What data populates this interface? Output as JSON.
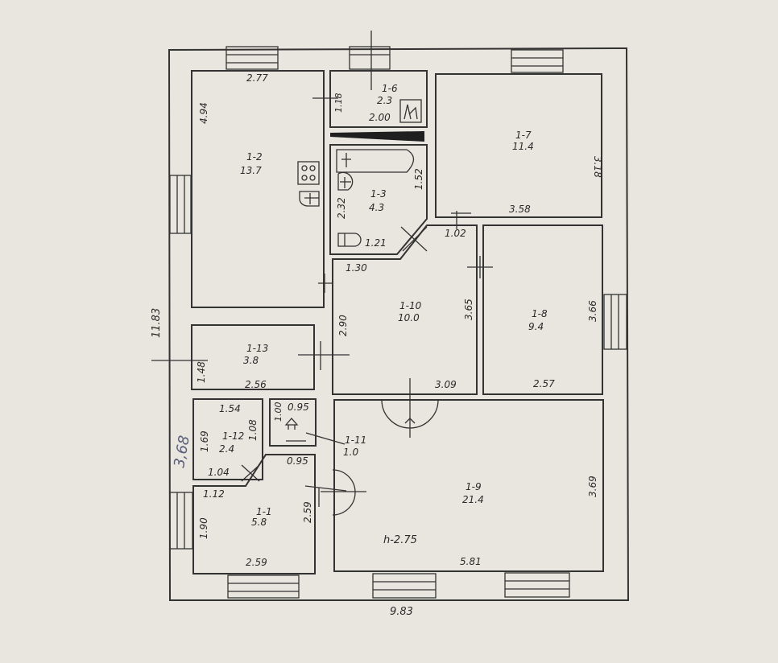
{
  "overall": {
    "width": "9.83",
    "depth": "11.83",
    "ceiling_height": "h-2.75",
    "handwritten_note": "3,68"
  },
  "rooms": [
    {
      "id": "1-1",
      "area": "5.8",
      "dims": [
        "2.59",
        "1.90",
        "2.59",
        "1.12"
      ]
    },
    {
      "id": "1-2",
      "area": "13.7",
      "dims": [
        "2.77",
        "4.94"
      ]
    },
    {
      "id": "1-3",
      "area": "4.3",
      "dims": [
        "1.52",
        "2.32",
        "1.21"
      ]
    },
    {
      "id": "1-6",
      "area": "2.3",
      "dims": [
        "2.00",
        "1.18"
      ]
    },
    {
      "id": "1-7",
      "area": "11.4",
      "dims": [
        "3.58",
        "3.18"
      ]
    },
    {
      "id": "1-8",
      "area": "9.4",
      "dims": [
        "2.57",
        "3.66"
      ]
    },
    {
      "id": "1-9",
      "area": "21.4",
      "dims": [
        "5.81",
        "3.69"
      ]
    },
    {
      "id": "1-10",
      "area": "10.0",
      "dims": [
        "3.09",
        "3.65",
        "2.90",
        "1.30",
        "1.02"
      ]
    },
    {
      "id": "1-11",
      "area": "1.0",
      "dims": [
        "0.95",
        "1.00",
        "0.95"
      ]
    },
    {
      "id": "1-12",
      "area": "2.4",
      "dims": [
        "1.54",
        "1.69",
        "1.08",
        "1.04"
      ]
    },
    {
      "id": "1-13",
      "area": "3.8",
      "dims": [
        "2.56",
        "1.48"
      ]
    }
  ]
}
